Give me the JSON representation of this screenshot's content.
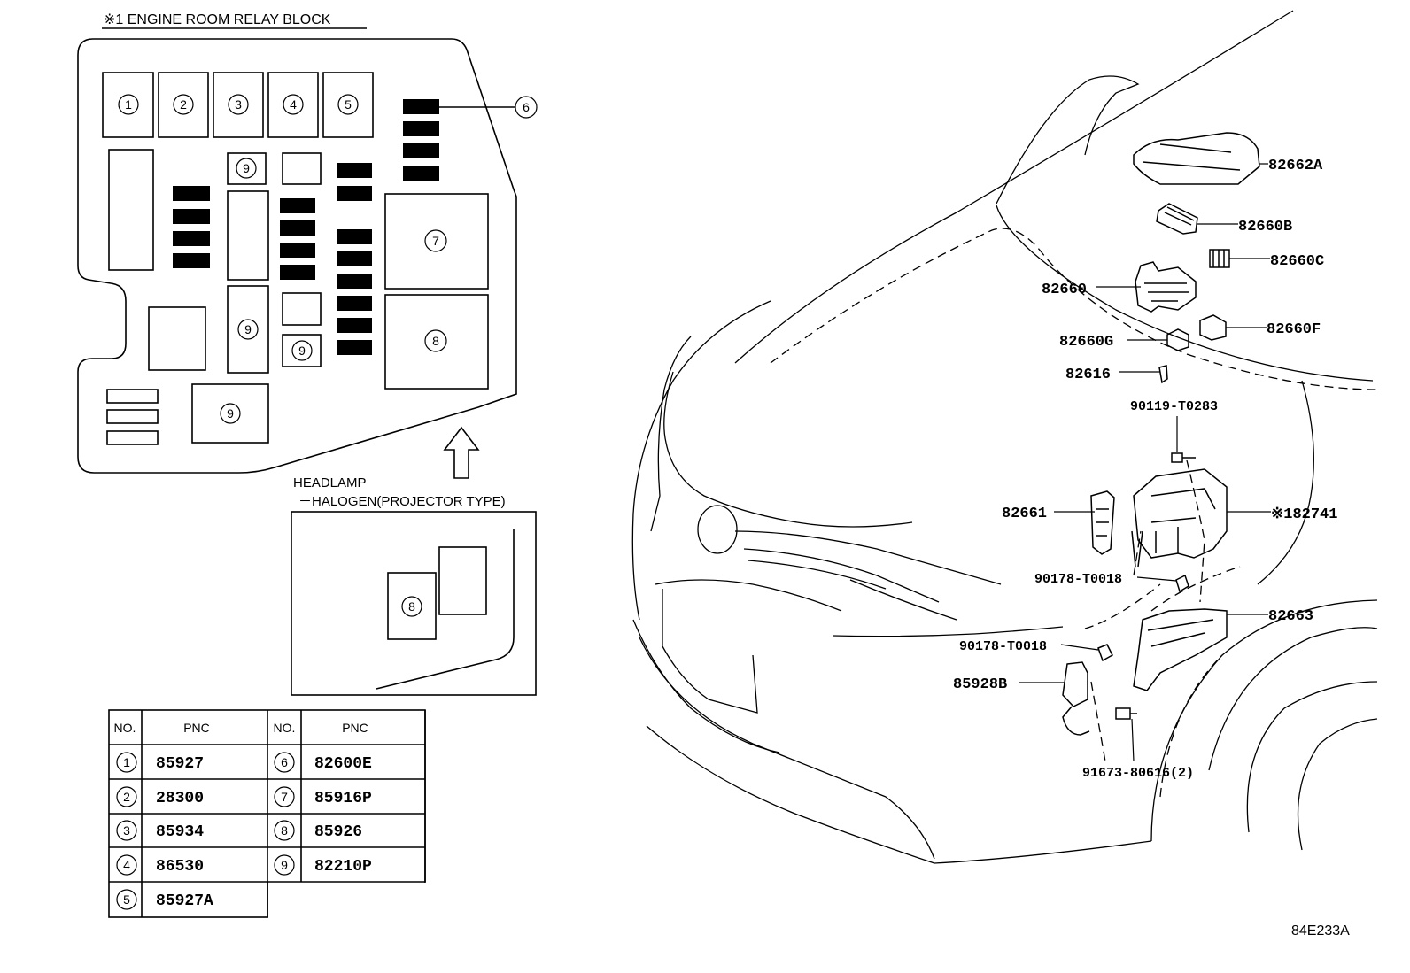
{
  "block_title": "※1 ENGINE ROOM RELAY BLOCK",
  "circle_labels": [
    "1",
    "2",
    "3",
    "4",
    "5",
    "6",
    "7",
    "8",
    "9"
  ],
  "headlamp": {
    "line1": "HEADLAMP",
    "line2": "－HALOGEN(PROJECTOR TYPE)"
  },
  "table": {
    "headers": [
      "NO.",
      "PNC",
      "NO.",
      "PNC"
    ],
    "rows": [
      {
        "no": "1",
        "pnc": "85927",
        "no2": "6",
        "pnc2": "82600E"
      },
      {
        "no": "2",
        "pnc": "28300",
        "no2": "7",
        "pnc2": "85916P"
      },
      {
        "no": "3",
        "pnc": "85934",
        "no2": "8",
        "pnc2": "85926"
      },
      {
        "no": "4",
        "pnc": "86530",
        "no2": "9",
        "pnc2": "82210P"
      },
      {
        "no": "5",
        "pnc": "85927A",
        "no2": "",
        "pnc2": ""
      }
    ]
  },
  "callouts": {
    "c82662A": "82662A",
    "c82660B": "82660B",
    "c82660C": "82660C",
    "c82660": "82660",
    "c82660F": "82660F",
    "c82660G": "82660G",
    "c82616": "82616",
    "c90119": "90119-T0283",
    "c82661": "82661",
    "c82741": "※182741",
    "c90178a": "90178-T0018",
    "c82663": "82663",
    "c90178b": "90178-T0018",
    "c85928B": "85928B",
    "c91673": "91673-80616(2)"
  },
  "reference": "84E233A"
}
